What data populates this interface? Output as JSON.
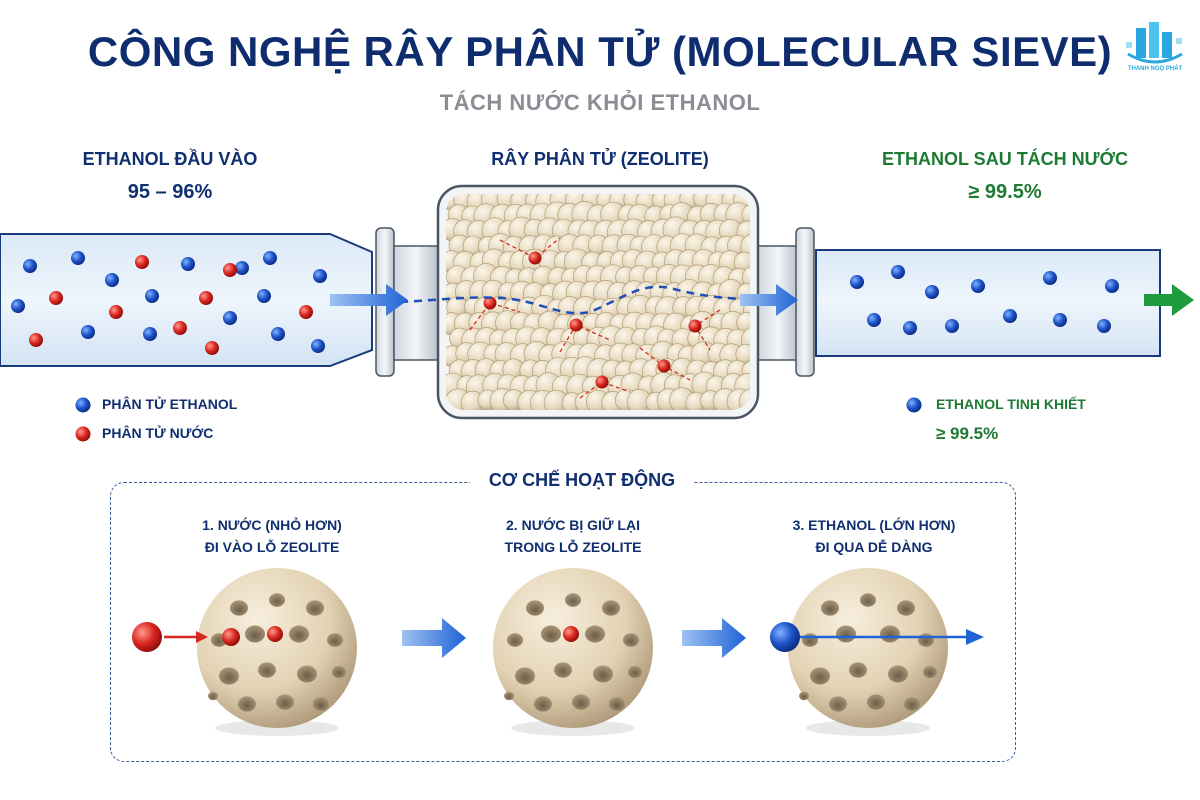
{
  "header": {
    "title": "CÔNG NGHỆ RÂY PHÂN TỬ (MOLECULAR SIEVE)",
    "subtitle": "TÁCH NƯỚC KHỎI ETHANOL",
    "logo_text": "THANH NGỌ PHÁT"
  },
  "inlet": {
    "title": "ETHANOL ĐẦU VÀO",
    "value": "95 – 96%"
  },
  "sieve": {
    "title": "RÂY PHÂN TỬ (ZEOLITE)"
  },
  "outlet": {
    "title": "ETHANOL SAU TÁCH NƯỚC",
    "value": "≥ 99.5%"
  },
  "legend_left": [
    {
      "color": "blue",
      "label": "PHÂN TỬ ETHANOL"
    },
    {
      "color": "red",
      "label": "PHÂN TỬ NƯỚC"
    }
  ],
  "legend_right": {
    "label": "ETHANOL TINH KHIẾT",
    "value": "≥ 99.5%"
  },
  "mechanism": {
    "title": "CƠ CHẾ HOẠT ĐỘNG",
    "steps": [
      {
        "line1": "1. NƯỚC (NHỎ HƠN)",
        "line2": "ĐI VÀO LỖ ZEOLITE"
      },
      {
        "line1": "2. NƯỚC BỊ GIỮ LẠI",
        "line2": "TRONG LỖ ZEOLITE"
      },
      {
        "line1": "3. ETHANOL (LỚN HƠN)",
        "line2": "ĐI QUA DỄ DÀNG"
      }
    ]
  },
  "colors": {
    "navy": "#102f70",
    "green": "#1d7a33",
    "ethanol_blue": "#1d52c9",
    "water_red": "#d8271f",
    "zeolite_bead": "#e8dcc4"
  },
  "icons": [
    "logo-building-icon",
    "ethanol-molecule-icon",
    "water-molecule-icon",
    "flow-arrow-icon",
    "zeolite-sphere-icon"
  ]
}
